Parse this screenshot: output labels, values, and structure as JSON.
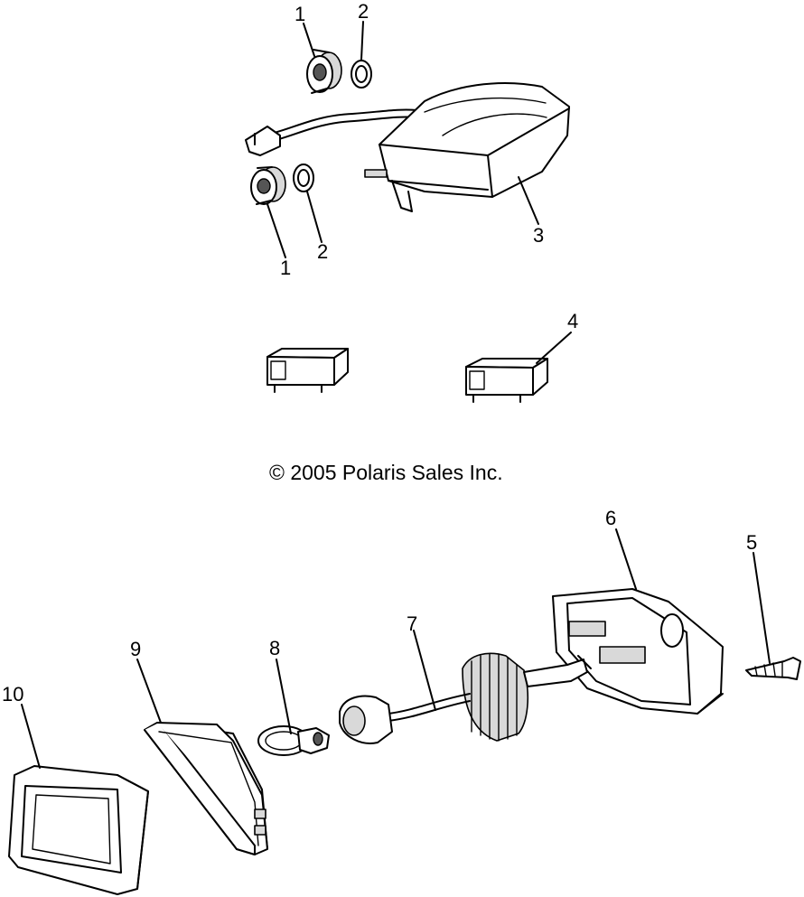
{
  "diagram": {
    "copyright": "© 2005 Polaris Sales Inc.",
    "callouts": [
      {
        "id": "1a",
        "text": "1"
      },
      {
        "id": "2a",
        "text": "2"
      },
      {
        "id": "1b",
        "text": "1"
      },
      {
        "id": "2b",
        "text": "2"
      },
      {
        "id": "3",
        "text": "3"
      },
      {
        "id": "4",
        "text": "4"
      },
      {
        "id": "5",
        "text": "5"
      },
      {
        "id": "6",
        "text": "6"
      },
      {
        "id": "7",
        "text": "7"
      },
      {
        "id": "8",
        "text": "8"
      },
      {
        "id": "9",
        "text": "9"
      },
      {
        "id": "10",
        "text": "10"
      }
    ]
  }
}
